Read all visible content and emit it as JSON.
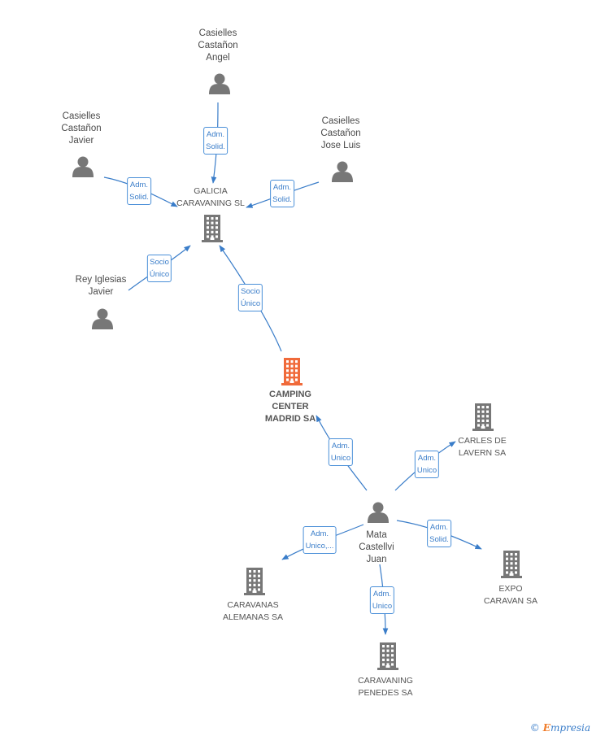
{
  "colors": {
    "edge": "#3a7dc9",
    "person_icon": "#777777",
    "company_icon": "#777777",
    "focus_icon": "#f06a3a"
  },
  "nodes": [
    {
      "id": "angel",
      "type": "person",
      "label": "Casielles\nCastañon\nAngel"
    },
    {
      "id": "javier_c",
      "type": "person",
      "label": "Casielles\nCastañon\nJavier"
    },
    {
      "id": "joseluis",
      "type": "person",
      "label": "Casielles\nCastañon\nJose Luis"
    },
    {
      "id": "galicia",
      "type": "company",
      "label": "GALICIA\nCARAVANING SL"
    },
    {
      "id": "rey",
      "type": "person",
      "label": "Rey Iglesias\nJavier"
    },
    {
      "id": "camping",
      "type": "focus",
      "label": "CAMPING\nCENTER\nMADRID SA"
    },
    {
      "id": "carles",
      "type": "company",
      "label": "CARLES DE\nLAVERN SA"
    },
    {
      "id": "mata",
      "type": "person",
      "label": "Mata\nCastellvi\nJuan"
    },
    {
      "id": "expo",
      "type": "company",
      "label": "EXPO\nCARAVAN SA"
    },
    {
      "id": "alemanas",
      "type": "company",
      "label": "CARAVANAS\nALEMANAS SA"
    },
    {
      "id": "penedes",
      "type": "company",
      "label": "CARAVANING\nPENEDES SA"
    }
  ],
  "edges": [
    {
      "id": "e_angel_galicia",
      "label": "Adm.\nSolid."
    },
    {
      "id": "e_javier_galicia",
      "label": "Adm.\nSolid."
    },
    {
      "id": "e_joseluis_galicia",
      "label": "Adm.\nSolid."
    },
    {
      "id": "e_rey_galicia",
      "label": "Socio\nÚnico"
    },
    {
      "id": "e_camping_galicia",
      "label": "Socio\nÚnico"
    },
    {
      "id": "e_mata_camping",
      "label": "Adm.\nUnico"
    },
    {
      "id": "e_mata_carles",
      "label": "Adm.\nUnico"
    },
    {
      "id": "e_mata_expo",
      "label": "Adm.\nSolid."
    },
    {
      "id": "e_mata_alemanas",
      "label": "Adm.\nUnico,..."
    },
    {
      "id": "e_mata_penedes",
      "label": "Adm.\nUnico"
    }
  ],
  "footer": {
    "copyright_symbol": "©",
    "brand_initial": "E",
    "brand_rest": "mpresia"
  }
}
